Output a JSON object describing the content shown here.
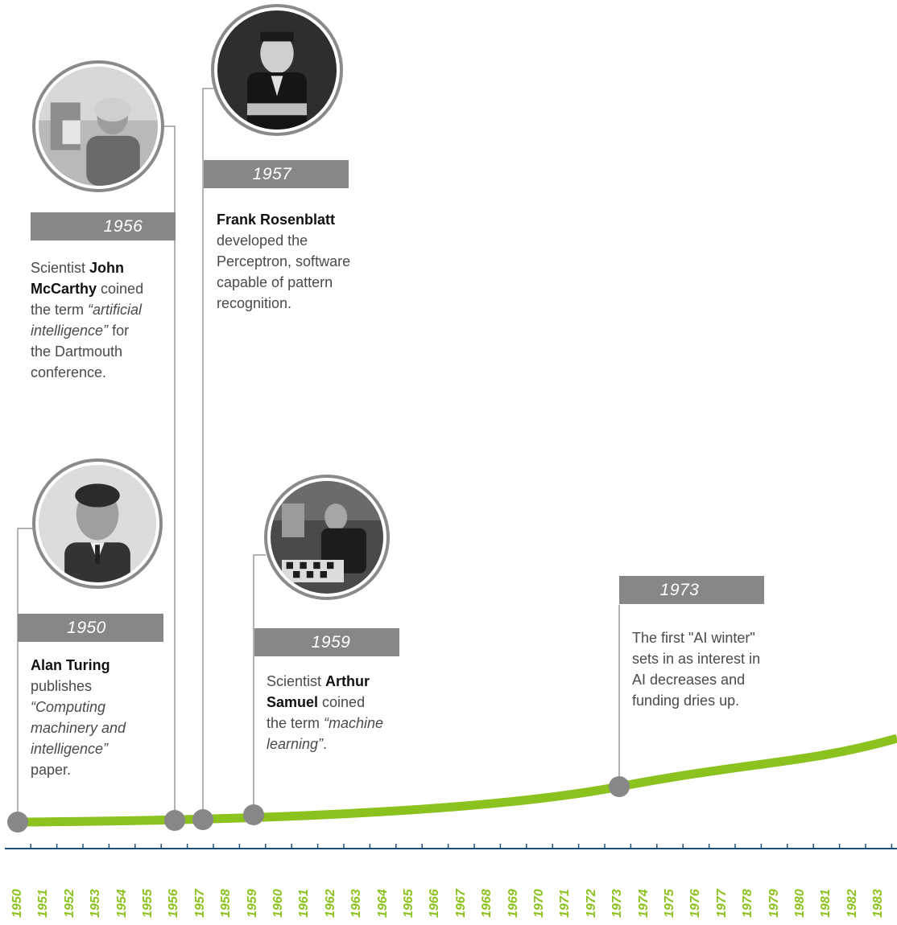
{
  "colors": {
    "accent_green": "#8cc21e",
    "year_bar_gray": "#878787",
    "connector_gray": "#9a9a9a",
    "axis_blue": "#1f4e79",
    "text_gray": "#4a4a4a"
  },
  "events": [
    {
      "year": "1950",
      "portrait_icon": "alan-turing-photo",
      "text": [
        {
          "t": "Alan Turing",
          "s": "b"
        },
        {
          "t": " publishes ",
          "s": ""
        },
        {
          "t": "“Computing machinery and intelligence”",
          "s": "i"
        },
        {
          "t": " paper.",
          "s": ""
        }
      ]
    },
    {
      "year": "1956",
      "portrait_icon": "john-mccarthy-photo",
      "text": [
        {
          "t": "Scientist ",
          "s": ""
        },
        {
          "t": "John McCarthy",
          "s": "b"
        },
        {
          "t": " coined the term ",
          "s": ""
        },
        {
          "t": "“artificial intelligence”",
          "s": "i"
        },
        {
          "t": " for the Dartmouth conference.",
          "s": ""
        }
      ]
    },
    {
      "year": "1957",
      "portrait_icon": "frank-rosenblatt-photo",
      "text": [
        {
          "t": "Frank Rosenblatt",
          "s": "b"
        },
        {
          "t": " developed the Perceptron, software capable of pattern recognition.",
          "s": ""
        }
      ]
    },
    {
      "year": "1959",
      "portrait_icon": "arthur-samuel-photo",
      "text": [
        {
          "t": "Scientist ",
          "s": ""
        },
        {
          "t": "Arthur Samuel",
          "s": "b"
        },
        {
          "t": " coined the term ",
          "s": ""
        },
        {
          "t": "“machine learning”",
          "s": "i"
        },
        {
          "t": ".",
          "s": ""
        }
      ]
    },
    {
      "year": "1973",
      "portrait_icon": "",
      "text": [
        {
          "t": "The first \"AI winter\" sets in as interest in AI decreases and funding dries up.",
          "s": ""
        }
      ]
    }
  ],
  "axis_years": [
    "1950",
    "1951",
    "1952",
    "1953",
    "1954",
    "1955",
    "1956",
    "1957",
    "1958",
    "1959",
    "1960",
    "1961",
    "1962",
    "1963",
    "1964",
    "1965",
    "1966",
    "1967",
    "1968",
    "1969",
    "1970",
    "1971",
    "1972",
    "1973",
    "1974",
    "1975",
    "1976",
    "1977",
    "1978",
    "1979",
    "1980",
    "1981",
    "1982",
    "1983"
  ]
}
